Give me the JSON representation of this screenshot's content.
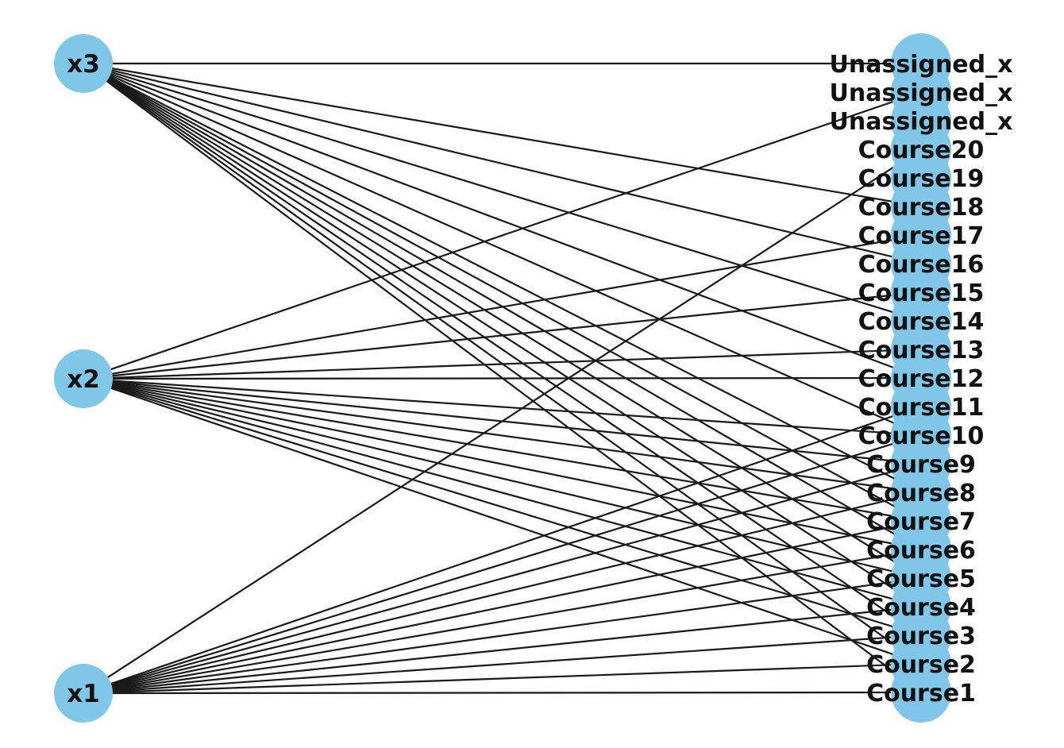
{
  "colors": {
    "node": "#7fc6e8",
    "edge": "#1a1a1a",
    "label": "#111111"
  },
  "left_nodes": [
    {
      "id": "x3",
      "label": "x3"
    },
    {
      "id": "x2",
      "label": "x2"
    },
    {
      "id": "x1",
      "label": "x1"
    }
  ],
  "right_nodes": [
    {
      "id": "Unassigned_x3",
      "label": "Unassigned_x"
    },
    {
      "id": "Unassigned_x2",
      "label": "Unassigned_x"
    },
    {
      "id": "Unassigned_x1",
      "label": "Unassigned_x"
    },
    {
      "id": "Course20",
      "label": "Course20"
    },
    {
      "id": "Course19",
      "label": "Course19"
    },
    {
      "id": "Course18",
      "label": "Course18"
    },
    {
      "id": "Course17",
      "label": "Course17"
    },
    {
      "id": "Course16",
      "label": "Course16"
    },
    {
      "id": "Course15",
      "label": "Course15"
    },
    {
      "id": "Course14",
      "label": "Course14"
    },
    {
      "id": "Course13",
      "label": "Course13"
    },
    {
      "id": "Course12",
      "label": "Course12"
    },
    {
      "id": "Course11",
      "label": "Course11"
    },
    {
      "id": "Course10",
      "label": "Course10"
    },
    {
      "id": "Course9",
      "label": "Course9"
    },
    {
      "id": "Course8",
      "label": "Course8"
    },
    {
      "id": "Course7",
      "label": "Course7"
    },
    {
      "id": "Course6",
      "label": "Course6"
    },
    {
      "id": "Course5",
      "label": "Course5"
    },
    {
      "id": "Course4",
      "label": "Course4"
    },
    {
      "id": "Course3",
      "label": "Course3"
    },
    {
      "id": "Course2",
      "label": "Course2"
    },
    {
      "id": "Course1",
      "label": "Course1"
    }
  ],
  "edges": [
    [
      "x3",
      "Unassigned_x3"
    ],
    [
      "x3",
      "Course18"
    ],
    [
      "x3",
      "Course16"
    ],
    [
      "x3",
      "Course14"
    ],
    [
      "x3",
      "Course12"
    ],
    [
      "x3",
      "Course10"
    ],
    [
      "x3",
      "Course8"
    ],
    [
      "x3",
      "Course7"
    ],
    [
      "x3",
      "Course6"
    ],
    [
      "x3",
      "Course5"
    ],
    [
      "x3",
      "Course4"
    ],
    [
      "x3",
      "Course3"
    ],
    [
      "x3",
      "Course2"
    ],
    [
      "x3",
      "Course1"
    ],
    [
      "x2",
      "Unassigned_x2"
    ],
    [
      "x2",
      "Course17"
    ],
    [
      "x2",
      "Course15"
    ],
    [
      "x2",
      "Course13"
    ],
    [
      "x2",
      "Course12"
    ],
    [
      "x2",
      "Course10"
    ],
    [
      "x2",
      "Course9"
    ],
    [
      "x2",
      "Course8"
    ],
    [
      "x2",
      "Course7"
    ],
    [
      "x2",
      "Course6"
    ],
    [
      "x2",
      "Course5"
    ],
    [
      "x2",
      "Course4"
    ],
    [
      "x2",
      "Course3"
    ],
    [
      "x2",
      "Course2"
    ],
    [
      "x1",
      "Course20"
    ],
    [
      "x1",
      "Course11"
    ],
    [
      "x1",
      "Course10"
    ],
    [
      "x1",
      "Course9"
    ],
    [
      "x1",
      "Course8"
    ],
    [
      "x1",
      "Course7"
    ],
    [
      "x1",
      "Course6"
    ],
    [
      "x1",
      "Course5"
    ],
    [
      "x1",
      "Course4"
    ],
    [
      "x1",
      "Course3"
    ],
    [
      "x1",
      "Course2"
    ],
    [
      "x1",
      "Course1"
    ]
  ]
}
